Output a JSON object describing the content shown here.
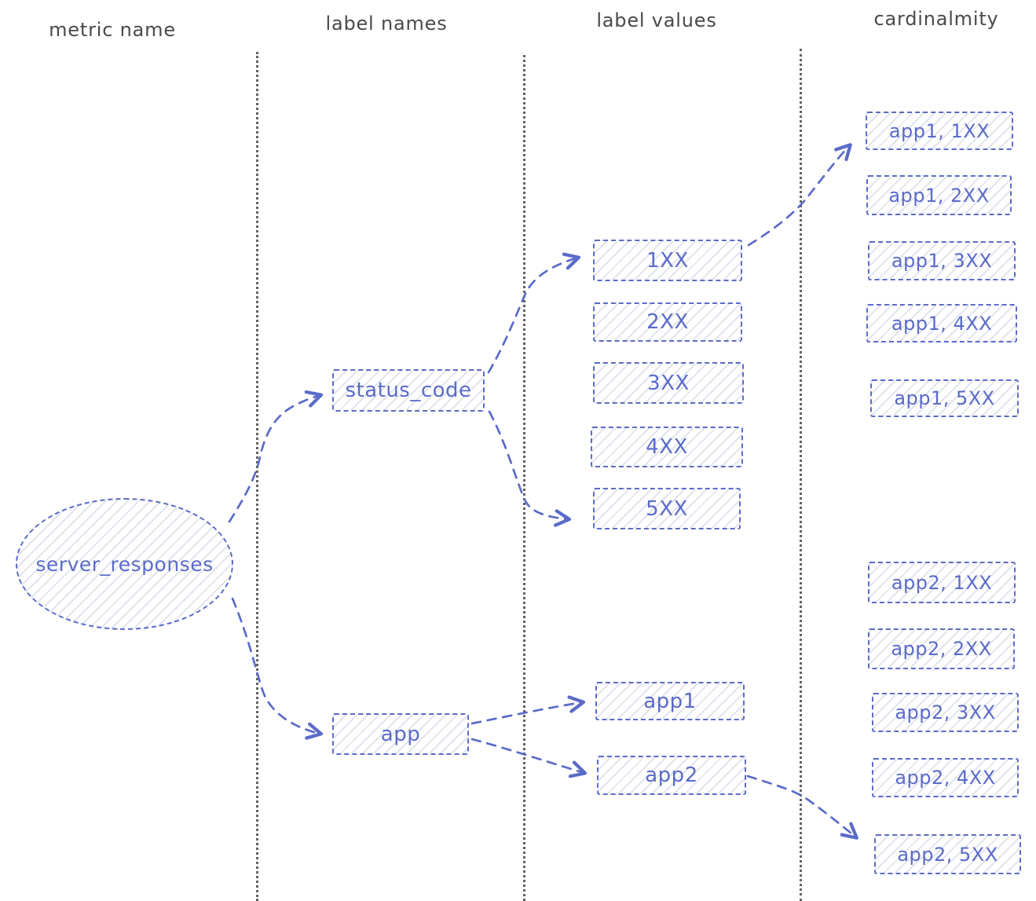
{
  "headers": [
    {
      "label": "metric name"
    },
    {
      "label": "label names"
    },
    {
      "label": "label values"
    },
    {
      "label": "cardinalmity"
    }
  ],
  "metric": {
    "name": "server_responses"
  },
  "label_names": [
    {
      "label": "status_code"
    },
    {
      "label": "app"
    }
  ],
  "label_values": [
    {
      "label": "1XX"
    },
    {
      "label": "2XX"
    },
    {
      "label": "3XX"
    },
    {
      "label": "4XX"
    },
    {
      "label": "5XX"
    },
    {
      "label": "app1"
    },
    {
      "label": "app2"
    }
  ],
  "cardinality": [
    {
      "label": "app1, 1XX"
    },
    {
      "label": "app1, 2XX"
    },
    {
      "label": "app1, 3XX"
    },
    {
      "label": "app1, 4XX"
    },
    {
      "label": "app1, 5XX"
    },
    {
      "label": "app2, 1XX"
    },
    {
      "label": "app2, 2XX"
    },
    {
      "label": "app2, 3XX"
    },
    {
      "label": "app2, 4XX"
    },
    {
      "label": "app2, 5XX"
    }
  ],
  "colors": {
    "accent": "#5b6bc9",
    "header_text": "#4a4a4a",
    "divider": "#474747"
  }
}
